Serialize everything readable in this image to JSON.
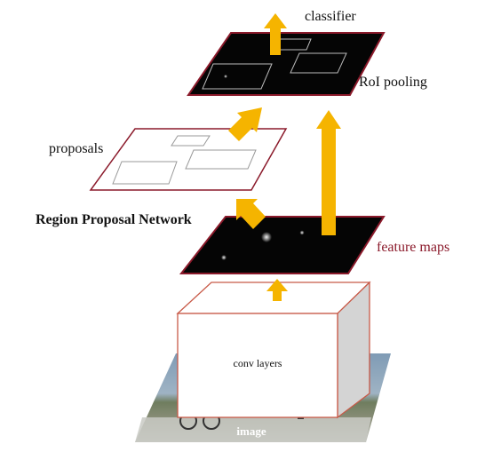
{
  "labels": {
    "classifier": "classifier",
    "roi_pooling": "RoI pooling",
    "proposals": "proposals",
    "rpn": "Region Proposal Network",
    "feature_maps": "feature maps",
    "conv_layers": "conv layers",
    "image": "image"
  },
  "colors": {
    "arrow": "#F5B400",
    "map_border": "#8B1A2B",
    "feature_text": "#8B1A2B",
    "map_fill": "#050505"
  },
  "icons": [
    "arrow-up-icon",
    "arrow-diagonal-icon"
  ]
}
